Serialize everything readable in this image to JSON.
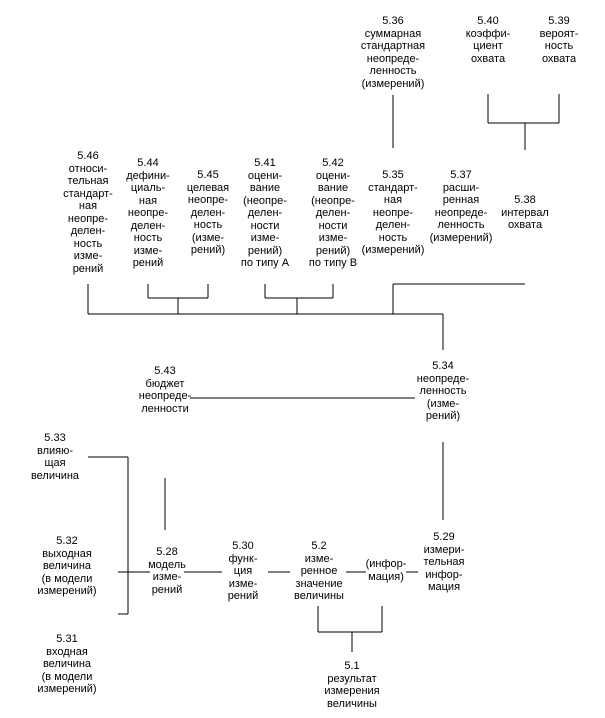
{
  "nodes": {
    "n5_36": {
      "num": "5.36",
      "label": "суммарная\nстандартная\nнеопреде-\nленность\n(измерений)"
    },
    "n5_40": {
      "num": "5.40",
      "label": "коэффи-\nциент\nохвата"
    },
    "n5_39": {
      "num": "5.39",
      "label": "вероят-\nность\nохвата"
    },
    "n5_46": {
      "num": "5.46",
      "label": "относи-\nтельная\nстандарт-\nная\nнеопре-\nделен-\nность\nизме-\nрений"
    },
    "n5_44": {
      "num": "5.44",
      "label": "дефини-\nциаль-\nная\nнеопре-\nделен-\nность\nизме-\nрений"
    },
    "n5_45": {
      "num": "5.45",
      "label": "целевая\nнеопре-\nделен-\nность\n(изме-\nрений)"
    },
    "n5_41": {
      "num": "5.41",
      "label": "оцени-\nвание\n(неопре-\nделен-\nности\nизме-\nрений)\nпо типу А"
    },
    "n5_42": {
      "num": "5.42",
      "label": "оцени-\nвание\n(неопре-\nделен-\nности\nизме-\nрений)\nпо типу В"
    },
    "n5_35": {
      "num": "5.35",
      "label": "стандарт-\nная\nнеопре-\nделен-\nность\n(измерений)"
    },
    "n5_37": {
      "num": "5.37",
      "label": "расши-\nренная\nнеопреде-\nленность\n(измерений)"
    },
    "n5_38": {
      "num": "5.38",
      "label": "интервал\nохвата"
    },
    "n5_43": {
      "num": "5.43",
      "label": "бюджет\nнеопреде-\nленности"
    },
    "n5_34": {
      "num": "5.34",
      "label": "неопреде-\nленность\n(изме-\nрений)"
    },
    "n5_33": {
      "num": "5.33",
      "label": "влияю-\nщая\nвеличина"
    },
    "n5_32": {
      "num": "5.32",
      "label": "выходная\nвеличина\n(в модели\nизмерений)"
    },
    "n5_31": {
      "num": "5.31",
      "label": "входная\nвеличина\n(в модели\nизмерений)"
    },
    "n5_28": {
      "num": "5.28",
      "label": "модель\nизме-\nрений"
    },
    "n5_30": {
      "num": "5.30",
      "label": "функ-\nция\nизме-\nрений"
    },
    "n5_2": {
      "num": "5.2",
      "label": "изме-\nренное\nзначение\nвеличины"
    },
    "info": {
      "num": "",
      "label": "(инфор-\nмация)"
    },
    "n5_29": {
      "num": "5.29",
      "label": "измери-\nтельная\nинфор-\nмация"
    },
    "n5_1": {
      "num": "5.1",
      "label": "результат\nизмерения\nвеличины"
    }
  }
}
